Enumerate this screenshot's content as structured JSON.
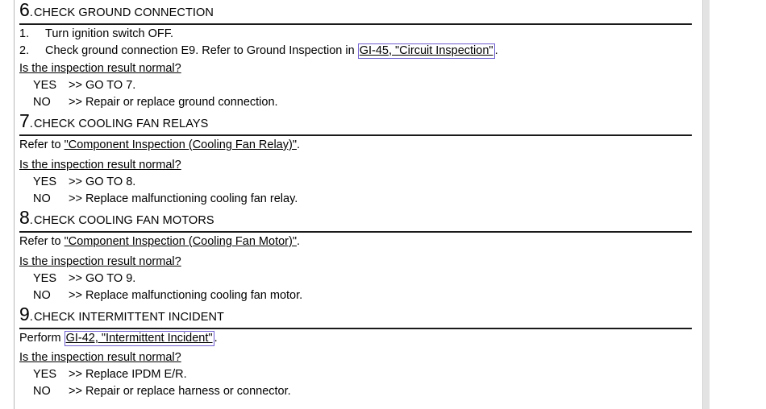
{
  "document": {
    "type": "service-manual-diagnostic-procedure",
    "link_border_color": "#6e5fd0",
    "rule_color": "#1a1a1a"
  },
  "labels": {
    "yes": "YES",
    "no": "NO",
    "arrow": ">>",
    "question": "Is the inspection result normal?",
    "step_dot": "."
  },
  "steps": [
    {
      "number": "6",
      "title": "CHECK GROUND CONNECTION",
      "list": [
        {
          "marker": "1.",
          "text": "Turn ignition switch OFF."
        }
      ],
      "list_item_2": {
        "marker": "2.",
        "prefix": "Check ground connection E9. Refer to Ground Inspection in ",
        "link": "GI-45, \"Circuit Inspection\"",
        "suffix": "."
      },
      "yes_action": ">> GO TO 7.",
      "no_action": ">> Repair or replace ground connection."
    },
    {
      "number": "7",
      "title": "CHECK COOLING FAN RELAYS",
      "refer_prefix": "Refer to ",
      "refer_link": "\"Component Inspection (Cooling Fan Relay)\"",
      "refer_suffix": ".",
      "yes_action": ">> GO TO 8.",
      "no_action": ">> Replace malfunctioning cooling fan relay."
    },
    {
      "number": "8",
      "title": "CHECK COOLING FAN MOTORS",
      "refer_prefix": "Refer to ",
      "refer_link": "\"Component Inspection (Cooling Fan Motor)\"",
      "refer_suffix": ".",
      "yes_action": ">> GO TO 9.",
      "no_action": ">> Replace malfunctioning cooling fan motor."
    },
    {
      "number": "9",
      "title": "CHECK INTERMITTENT INCIDENT",
      "perform_prefix": "Perform ",
      "perform_link": "GI-42, \"Intermittent Incident\"",
      "perform_suffix": ".",
      "yes_action": ">> Replace IPDM E/R.",
      "no_action": ">> Repair or replace harness or connector."
    }
  ],
  "answer_actions": {
    "s6_yes": ">> GO TO 7.",
    "s6_no": ">> Repair or replace ground connection.",
    "s7_yes": ">> GO TO 8.",
    "s7_no": ">> Replace malfunctioning cooling fan relay.",
    "s8_yes": ">> GO TO 9.",
    "s8_no": ">> Replace malfunctioning cooling fan motor.",
    "s9_yes": ">> Replace IPDM E/R.",
    "s9_no": ">> Repair or replace harness or connector."
  }
}
